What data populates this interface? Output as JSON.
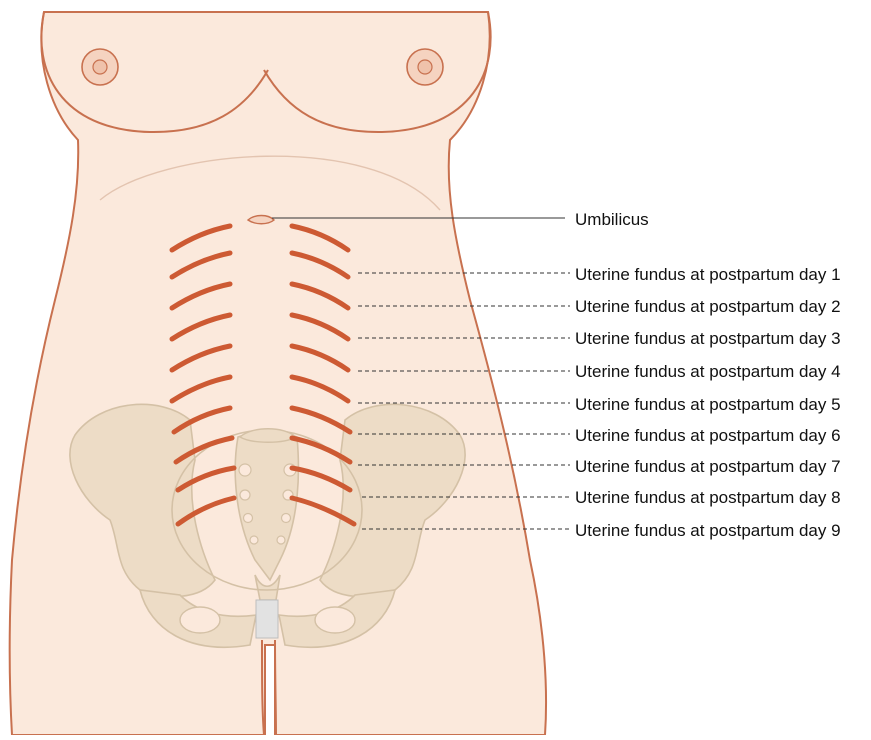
{
  "labels": {
    "umbilicus": "Umbilicus",
    "fundus_days": [
      "Uterine fundus at postpartum day 1",
      "Uterine fundus at postpartum day 2",
      "Uterine fundus at postpartum day 3",
      "Uterine fundus at postpartum day 4",
      "Uterine fundus at postpartum day 5",
      "Uterine fundus at postpartum day 6",
      "Uterine fundus at postpartum day 7",
      "Uterine fundus at postpartum day 8",
      "Uterine fundus at postpartum day 9"
    ]
  },
  "colors": {
    "skin": "#fbe9dc",
    "skin_outline": "#c8714f",
    "bone": "#eddcc6",
    "bone_outline": "#d4c1a6",
    "fundus_marker": "#cd5a33",
    "leader_line": "#333333"
  }
}
